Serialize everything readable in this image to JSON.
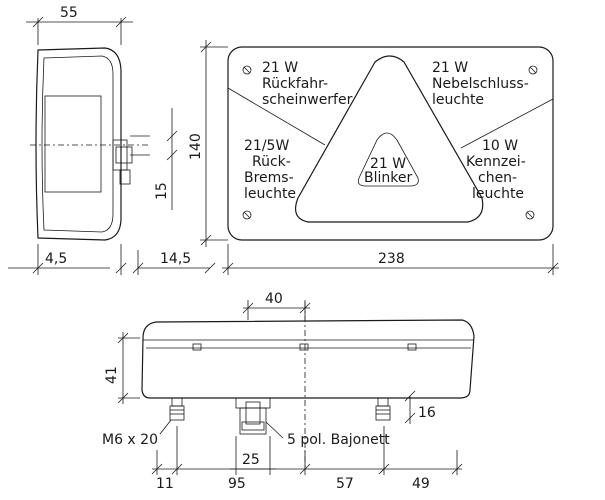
{
  "dimensions": {
    "side_depth": "55",
    "height": "140",
    "bracket_height": "15",
    "side_left_offset": "4,5",
    "side_right_offset": "14,5",
    "width": "238",
    "top_offset": "40",
    "bottom_height": "41",
    "stud_length": "16",
    "connector_width": "25",
    "bottom_11": "11",
    "bottom_95": "95",
    "bottom_57": "57",
    "bottom_49": "49"
  },
  "compartments": {
    "reverse": {
      "watt": "21 W",
      "line1": "Rückfahr-",
      "line2": "scheinwerfer"
    },
    "fog": {
      "watt": "21 W",
      "line1": "Nebelschluss-",
      "line2": "leuchte"
    },
    "stop": {
      "watt": "21/5W",
      "line1": "Rück-",
      "line2": "Brems-",
      "line3": "leuchte"
    },
    "plate": {
      "watt": "10 W",
      "line1": "Kennzei-",
      "line2": "chen-",
      "line3": "leuchte"
    },
    "indicator": {
      "watt": "21 W",
      "line1": "Blinker"
    }
  },
  "labels": {
    "bolt": "M6 x 20",
    "connector": "5 pol. Bajonett"
  }
}
